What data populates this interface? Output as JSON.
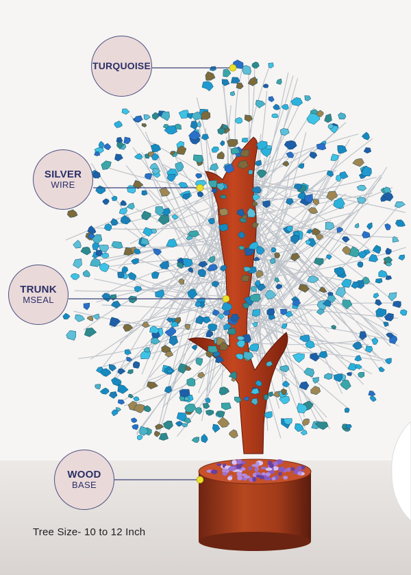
{
  "callouts": {
    "turquoise": {
      "line1": "TURQUOISE",
      "line2": ""
    },
    "silver": {
      "line1": "SILVER",
      "line2": "WIRE"
    },
    "trunk": {
      "line1": "TRUNK",
      "line2": "MSEAL"
    },
    "wood": {
      "line1": "WOOD",
      "line2": "BASE"
    }
  },
  "caption": "Tree Size- 10 to 12 Inch",
  "colors": {
    "callout_fill": "#ead9d9",
    "callout_border": "#4a4f80",
    "callout_text": "#2a2f66",
    "marker": "#e8e22a",
    "stone_blue": "#2aa0d0",
    "trunk": "#a8351c",
    "base_wood": "#b0401f"
  }
}
